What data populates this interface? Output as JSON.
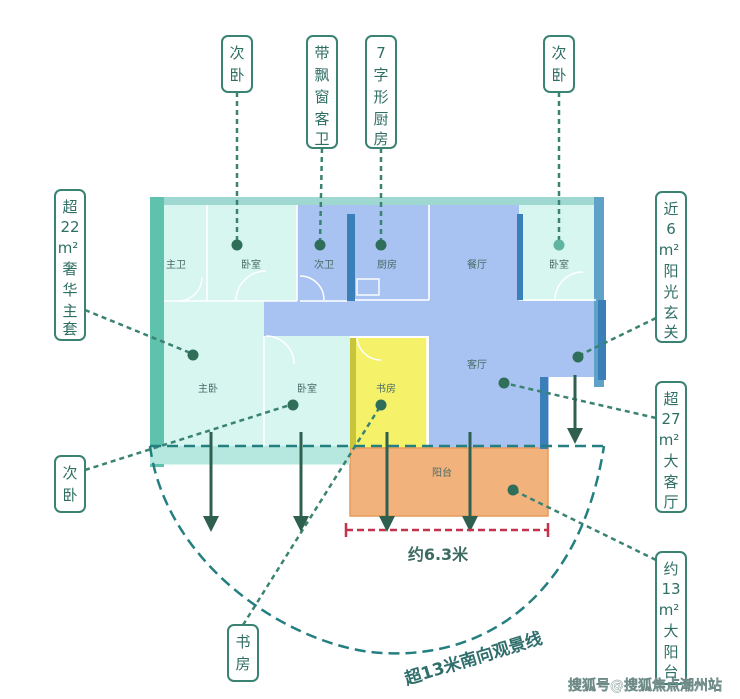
{
  "rooms": {
    "master_bath": "主卫",
    "bedroom_top": "卧室",
    "guest_bath": "次卫",
    "kitchen": "厨房",
    "dining": "餐厅",
    "bedroom_right": "卧室",
    "master_bedroom": "主卧",
    "bedroom_mid": "卧室",
    "study": "书房",
    "living": "客厅",
    "balcony": "阳台"
  },
  "callouts": {
    "bedroom_top": [
      "次",
      "卧"
    ],
    "guest_bath": [
      "带",
      "飘",
      "窗",
      "客",
      "卫"
    ],
    "kitchen": [
      "7",
      "字",
      "形",
      "厨",
      "房"
    ],
    "bedroom_right": [
      "次",
      "卧"
    ],
    "master": [
      "超",
      "22",
      "m²",
      "奢",
      "华",
      "主",
      "套"
    ],
    "bedroom_left": [
      "次",
      "卧"
    ],
    "study": [
      "书",
      "房"
    ],
    "foyer": [
      "近",
      "6",
      "m²",
      "阳",
      "光",
      "玄",
      "关"
    ],
    "living": [
      "超",
      "27",
      "m²",
      "大",
      "客",
      "厅"
    ],
    "balcony": [
      "约",
      "13",
      "m²",
      "大",
      "阳",
      "台"
    ]
  },
  "dimension": "约6.3米",
  "view_line_label": "超13米南向观景线",
  "watermark": "搜狐号@搜狐焦点潮州站",
  "colors": {
    "bedroom_fill": "#d6f6ef",
    "public_fill": "#a8c3f2",
    "study_fill": "#f5f26a",
    "balcony_fill": "#f2b27c",
    "callout_stroke": "#3a8272",
    "arc_stroke": "#247f80",
    "dimension_stroke": "#c2334d"
  }
}
